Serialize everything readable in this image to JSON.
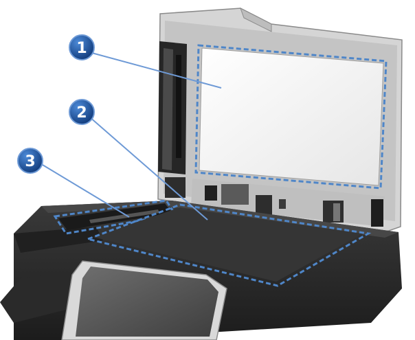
{
  "callouts": [
    {
      "label": "1",
      "target": "lid-backing"
    },
    {
      "label": "2",
      "target": "scanner-glass"
    },
    {
      "label": "3",
      "target": "scanner-strip"
    }
  ],
  "colors": {
    "callout_fill": "#1e5cab",
    "callout_stroke": "#6e9ad6",
    "highlight_dash": "#4f86c8",
    "body_dark": "#2b2b2b",
    "lid_frame": "#c9c9c9",
    "glass": "#f3f3f3"
  }
}
